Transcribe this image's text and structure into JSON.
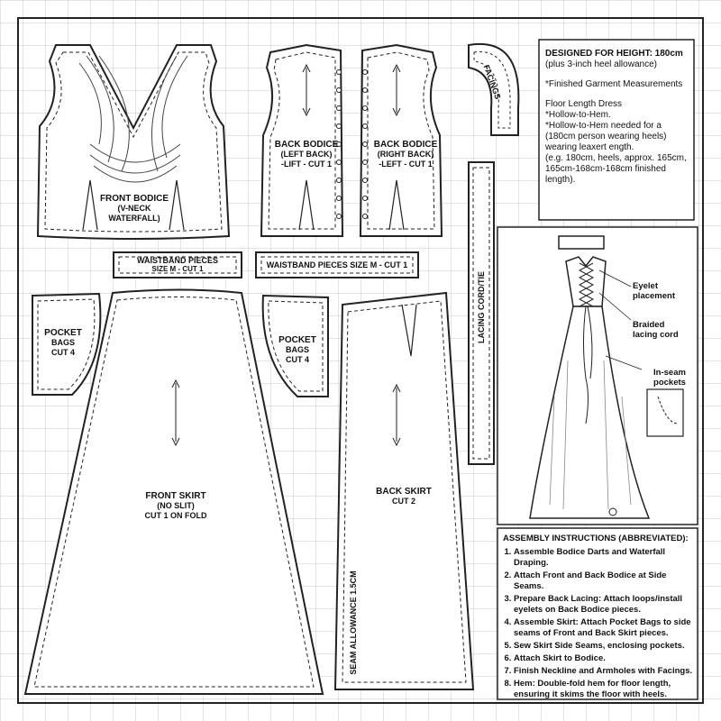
{
  "pieces": {
    "front_bodice": {
      "title": "FRONT BODICE",
      "line2": "(V-NECK",
      "line3": "WATERFALL)"
    },
    "back_bodice_left": {
      "title": "BACK BODICE",
      "line2": "(LEFT BACK)",
      "line3": "-LIFT - CUT 1"
    },
    "back_bodice_right": {
      "title": "BACK BODICE",
      "line2": "(RIGHT BACK)",
      "line3": "-LEFT - CUT 1"
    },
    "facings": {
      "title": "FACINGS"
    },
    "waistband_left": {
      "title": "WAISTBAND PIECES",
      "line2": "SIZE M - CUT 1"
    },
    "waistband_right": {
      "title": "WAISTBAND PIECES SIZE M - CUT 1"
    },
    "pocket_left": {
      "title": "POCKET",
      "line2": "BAGS",
      "line3": "CUT 4"
    },
    "pocket_right": {
      "title": "POCKET",
      "line2": "BAGS",
      "line3": "CUT 4"
    },
    "front_skirt": {
      "title": "FRONT SKIRT",
      "line2": "(NO SLIT)",
      "line3": "CUT 1 ON FOLD"
    },
    "back_skirt": {
      "title": "BACK SKIRT",
      "line2": "CUT 2"
    },
    "lacing_cord": {
      "title": "LACING CORD/TIE"
    },
    "seam_allowance": {
      "title": "SEAM ALLOWANCE 1.5CM"
    }
  },
  "info": {
    "designed_for": "DESIGNED FOR HEIGHT: 180cm",
    "heel_note": "(plus 3-inch heel allowance)",
    "finished": "*Finished Garment Measurements",
    "lines": [
      "Floor Length Dress",
      "*Hollow-to-Hem.",
      "*Hollow-to-Hem  needed for a",
      "(180cm person wearing heels)",
      "wearing leaxert ength.",
      "(e.g. 180cm, heels, approx. 165cm,",
      "165cm-168cm-168cm finished",
      "length)."
    ]
  },
  "callouts": {
    "eyelet": "Eyelet placement",
    "braided": "Braided lacing cord",
    "inseam": "In-seam pockets"
  },
  "assembly": {
    "title": "ASSEMBLY INSTRUCTIONS (ABBREVIATED):",
    "steps": [
      "Assemble Bodice Darts and Waterfall Draping.",
      "Attach Front and Back Bodice at Side Seams.",
      "Prepare Back Lacing: Attach loops/install eyelets on Back Bodice pieces.",
      "Assemble Skirt: Attach Pocket Bags to side seams of Front and Back Skirt pieces.",
      "Sew Skirt Side Seams, enclosing pockets.",
      "Attach Skirt to Bodice.",
      "Finish Neckline and Armholes with Facings.",
      "Hem: Double-fold hem for floor length, ensuring it skims the floor with heels."
    ]
  }
}
